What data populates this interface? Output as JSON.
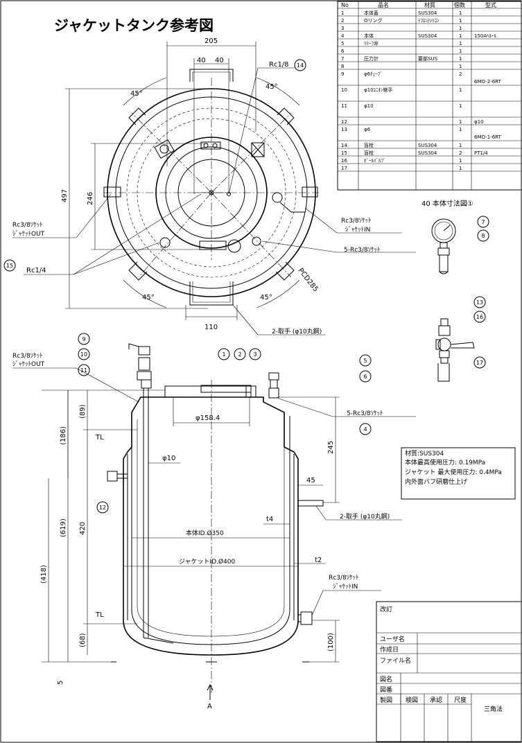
{
  "title": "ジャケットタンク参考図",
  "parts_table": {
    "headers": [
      "No",
      "品名",
      "材質",
      "個数",
      "型式"
    ],
    "rows": [
      {
        "no": "1",
        "name": "本体蓋",
        "material": "SUS304",
        "qty": "1",
        "model": ""
      },
      {
        "no": "2",
        "name": "Oリング",
        "material": "ﾃﾌﾛﾝ/ｼﾘｺﾝ",
        "qty": "1",
        "model": ""
      },
      {
        "no": "3",
        "name": "",
        "material": "",
        "qty": "1",
        "model": ""
      },
      {
        "no": "4",
        "name": "本体",
        "material": "SUS304",
        "qty": "1",
        "model": "150Aﾍﾙｰﾙ"
      },
      {
        "no": "5",
        "name": "ﾘﾘｰﾌ弁",
        "material": "",
        "qty": "1",
        "model": ""
      },
      {
        "no": "6",
        "name": "",
        "material": "",
        "qty": "1",
        "model": ""
      },
      {
        "no": "7",
        "name": "圧力計",
        "material": "要部SUS",
        "qty": "1",
        "model": ""
      },
      {
        "no": "8",
        "name": "",
        "material": "",
        "qty": "1",
        "model": ""
      },
      {
        "no": "9",
        "name": "φ6ﾁｭｰﾌﾞ",
        "material": "",
        "qty": "2",
        "model": "6MO-2-6RT"
      },
      {
        "no": "10",
        "name": "φ10ﾕﾆｵﾝ継手",
        "material": "",
        "qty": "1",
        "model": ""
      },
      {
        "no": "11",
        "name": "φ10",
        "material": "",
        "qty": "1",
        "model": ""
      },
      {
        "no": "12",
        "name": "",
        "material": "",
        "qty": "1",
        "model": "φ10"
      },
      {
        "no": "13",
        "name": "φ6",
        "material": "",
        "qty": "1",
        "model": "6MO-1-6RT"
      },
      {
        "no": "14",
        "name": "盲栓",
        "material": "SUS304",
        "qty": "1",
        "model": ""
      },
      {
        "no": "15",
        "name": "盲栓",
        "material": "SUS304",
        "qty": "2",
        "model": "PT1/4"
      },
      {
        "no": "16",
        "name": "ﾎﾞｰﾙﾊﾞﾙﾌﾞ",
        "material": "",
        "qty": "1",
        "model": ""
      },
      {
        "no": "17",
        "name": "",
        "material": "",
        "qty": "1",
        "model": ""
      }
    ]
  },
  "detail_title": "40 本体寸法図①",
  "spec_note": [
    "材質:SUS304",
    "本体最高使用圧力: 0.19MPa",
    "ジャケット 最大使用圧力: 0.4MPa",
    "内外面バフ研磨仕上げ"
  ],
  "top_view": {
    "dim_205": "205",
    "dim_40a": "40",
    "dim_40b": "40",
    "dim_497": "497",
    "dim_246": "246",
    "dim_110": "110",
    "angle_45": "45°",
    "rc18": "Rc1/8",
    "rc14": "Rc1/4",
    "jacket_out_1": "Rc3/8ｿｹｯﾄ",
    "jacket_out_2": "ｼﾞｬｹｯﾄOUT",
    "jacket_in_1": "Rc3/8ｿｹｯﾄ",
    "jacket_in_2": "ｼﾞｬｹｯﾄIN",
    "socket5": "5-Rc3/8ｿｹｯﾄ",
    "pcd": "PCD285",
    "handle": "2-取手 (φ10丸鋼)"
  },
  "front_view": {
    "jacket_out_1": "Rc3/8ｿｹｯﾄ",
    "jacket_out_2": "ｼﾞｬｹｯﾄOUT",
    "socket5": "5-Rc3/8ｿｹｯﾄ",
    "dim_158": "φ158.4",
    "dim_10": "φ10",
    "dim_89": "(89)",
    "dim_186": "(186)",
    "dim_619": "(619)",
    "dim_418": "(418)",
    "dim_420": "420",
    "dim_68": "(68)",
    "dim_5": "5",
    "dim_245": "245",
    "dim_45": "45",
    "dim_100": "(100)",
    "tl": "TL",
    "t4": "t4",
    "t2": "t2",
    "body_id": "本体ID.Ø350",
    "jacket_id": "ジャケットID.Ø400",
    "handle": "2-取手 (φ10丸鋼)",
    "jacket_in_1": "Rc3/8ｿｹｯﾄ",
    "jacket_in_2": "ｼﾞｬｹｯﾄIN",
    "arrow_a": "A"
  },
  "balloons": [
    "1",
    "2",
    "3",
    "4",
    "5",
    "6",
    "7",
    "8",
    "9",
    "10",
    "11",
    "12",
    "13",
    "14",
    "15",
    "16",
    "17"
  ],
  "title_block": {
    "revision": "改訂",
    "user_name": "ユーザ名",
    "created_date": "作成日",
    "file_name": "ファイル名",
    "drawing_name": "図名",
    "drawing_no": "図番",
    "drafter": "製図",
    "checker": "検図",
    "approver": "承認",
    "scale": "尺度",
    "projection": "三角法"
  }
}
